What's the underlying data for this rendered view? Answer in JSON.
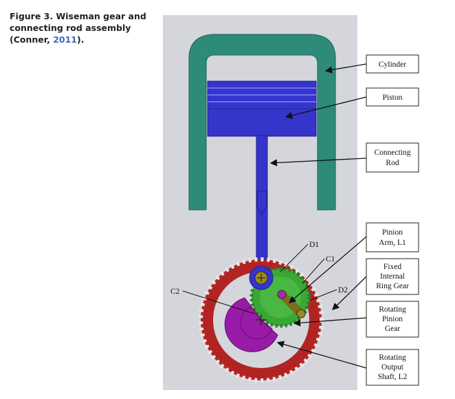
{
  "caption": {
    "prefix": "Figure 3. Wiseman gear and connecting rod assembly (Conner, ",
    "year": "2011",
    "suffix": ")."
  },
  "labels": {
    "cylinder": "Cylinder",
    "piston": "Piston",
    "connecting_rod": [
      "Connecting",
      "Rod"
    ],
    "pinion_arm": [
      "Pinion",
      "Arm, L1"
    ],
    "fixed_ring": [
      "Fixed",
      "Internal",
      "Ring Gear"
    ],
    "rotating_pinion": [
      "Rotating",
      "Pinion",
      "Gear"
    ],
    "output_shaft": [
      "Rotating",
      "Output",
      "Shaft, L2"
    ],
    "d1": "D1",
    "c1": "C1",
    "c2": "C2",
    "d2": "D2"
  },
  "colors": {
    "background": "#d4d6dc",
    "cylinder": "#2e8b7a",
    "piston": "#3535cc",
    "ring_gear": "#b22424",
    "pinion_gear": "#3aa635",
    "output_shaft": "#9a1aa8",
    "pinion_arm": "#7a6d1e"
  }
}
